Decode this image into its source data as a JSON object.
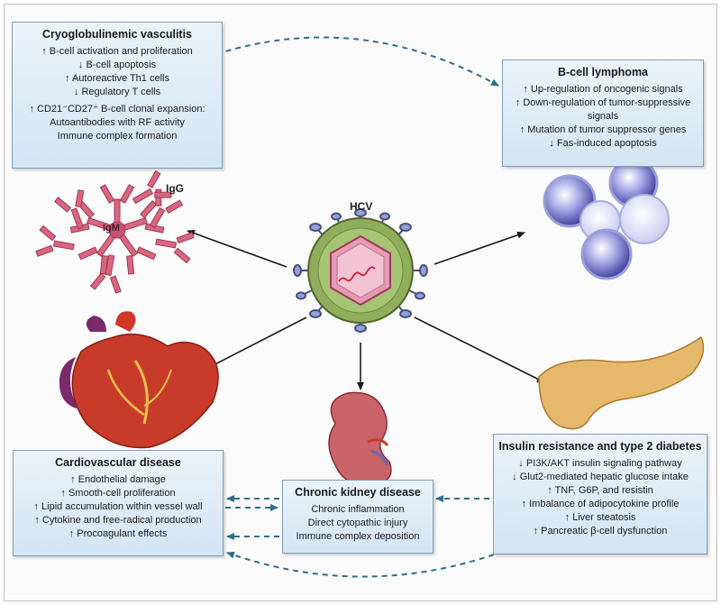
{
  "center": {
    "label": "HCV"
  },
  "antibody_labels": {
    "igg": "IgG",
    "igm": "IgM"
  },
  "boxes": {
    "cryo": {
      "title": "Cryoglobulinemic vasculitis",
      "lines": [
        "↑ B-cell activation and proliferation",
        "↓ B-cell apoptosis",
        "↑ Autoreactive Th1 cells",
        "↓ Regulatory T cells"
      ],
      "expansion": "↑ CD21⁻CD27⁺ B-cell clonal expansion:",
      "sublines": [
        "Autoantibodies with RF activity",
        "Immune complex formation"
      ]
    },
    "lymphoma": {
      "title": "B-cell lymphoma",
      "lines": [
        "↑ Up-regulation of oncogenic signals",
        "↑ Down-regulation of tumor-suppressive",
        "signals",
        "↑ Mutation of tumor suppressor genes",
        "↓ Fas-induced apoptosis"
      ]
    },
    "cardio": {
      "title": "Cardiovascular disease",
      "lines": [
        "↑ Endothelial damage",
        "↑ Smooth-cell proliferation",
        "↑ Lipid accumulation within vessel wall",
        "↑ Cytokine and free-radical production",
        "↑ Procoagulant effects"
      ]
    },
    "kidney": {
      "title": "Chronic kidney disease",
      "lines": [
        "Chronic inflammation",
        "Direct cytopathic injury",
        "Immune complex deposition"
      ]
    },
    "diabetes": {
      "title": "Insulin resistance and type 2 diabetes",
      "lines": [
        "↓ PI3K/AKT insulin signaling pathway",
        "↓ Glut2-mediated hepatic glucose intake",
        "↑ TNF, G6P, and resistin",
        "↑ Imbalance of adipocytokine profile",
        "↑ Liver steatosis",
        "↑ Pancreatic β-cell dysfunction"
      ]
    }
  },
  "colors": {
    "box_border": "#7f9fb6",
    "dashed_arrow": "#2b6f8c",
    "virus_envelope": "#8fad5a",
    "virus_core": "#e49bb3",
    "antibody": "#d8667f",
    "lymphocyte": "#5a5cb8",
    "heart": "#c83b2b",
    "kidney": "#c8646a",
    "pancreas": "#e6b86b"
  }
}
